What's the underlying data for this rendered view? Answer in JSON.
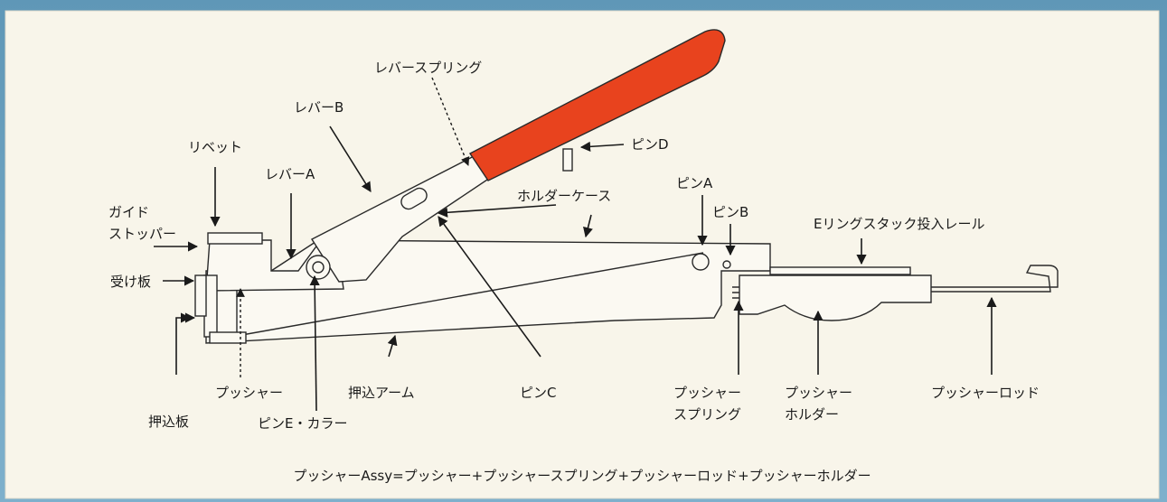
{
  "colors": {
    "background": "#6fa3c2",
    "panel": "#f8f5ea",
    "grip": "#e8431e",
    "line": "#2a2a2a"
  },
  "labels": {
    "lever_spring": "レバースプリング",
    "lever_b": "レバーB",
    "pin_d": "ピンD",
    "rivet": "リベット",
    "lever_a": "レバーA",
    "holder_case": "ホルダーケース",
    "pin_a": "ピンA",
    "pin_b": "ピンB",
    "guide_stopper_1": "ガイド",
    "guide_stopper_2": "ストッパー",
    "e_ring_rail": "Eリングスタック投入レール",
    "receiving_plate": "受け板",
    "pusher": "プッシャー",
    "push_arm": "押込アーム",
    "pin_c": "ピンC",
    "push_plate": "押込板",
    "pin_e_collar": "ピンE・カラー",
    "pusher_spring_1": "プッシャー",
    "pusher_spring_2": "スプリング",
    "pusher_holder_1": "プッシャー",
    "pusher_holder_2": "ホルダー",
    "pusher_rod": "プッシャーロッド"
  },
  "caption": "プッシャーAssy=プッシャー+プッシャースプリング+プッシャーロッド+プッシャーホルダー"
}
